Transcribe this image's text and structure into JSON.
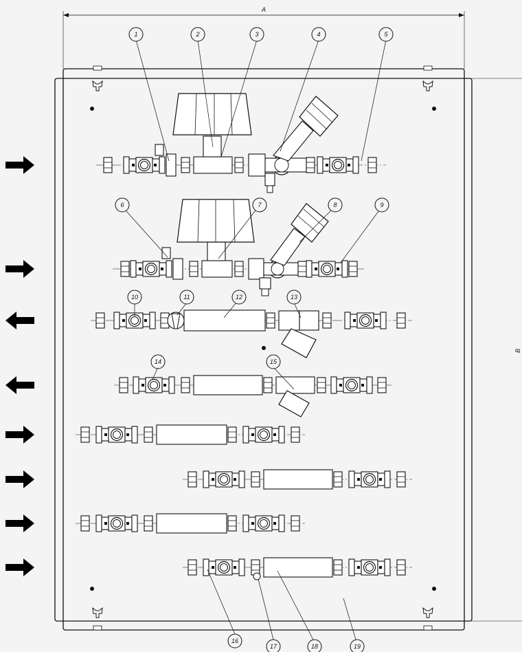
{
  "dimensions": {
    "width_label": "A",
    "height_label": "B"
  },
  "balloons": [
    "1",
    "2",
    "3",
    "4",
    "5",
    "6",
    "7",
    "8",
    "9",
    "10",
    "11",
    "12",
    "13",
    "14",
    "15",
    "16",
    "17",
    "18",
    "19"
  ],
  "flow_arrows": [
    "right",
    "right",
    "left",
    "left",
    "right",
    "right",
    "right",
    "right"
  ],
  "colors": {
    "line": "#111111",
    "background": "#f4f4f4",
    "arrow": "#000000"
  },
  "icons": {
    "ball_valve": "ball-valve-icon",
    "actuator": "actuator-icon",
    "balancing_valve": "balancing-valve-icon",
    "strainer": "strainer-icon",
    "wing_nut": "wing-nut-icon"
  }
}
